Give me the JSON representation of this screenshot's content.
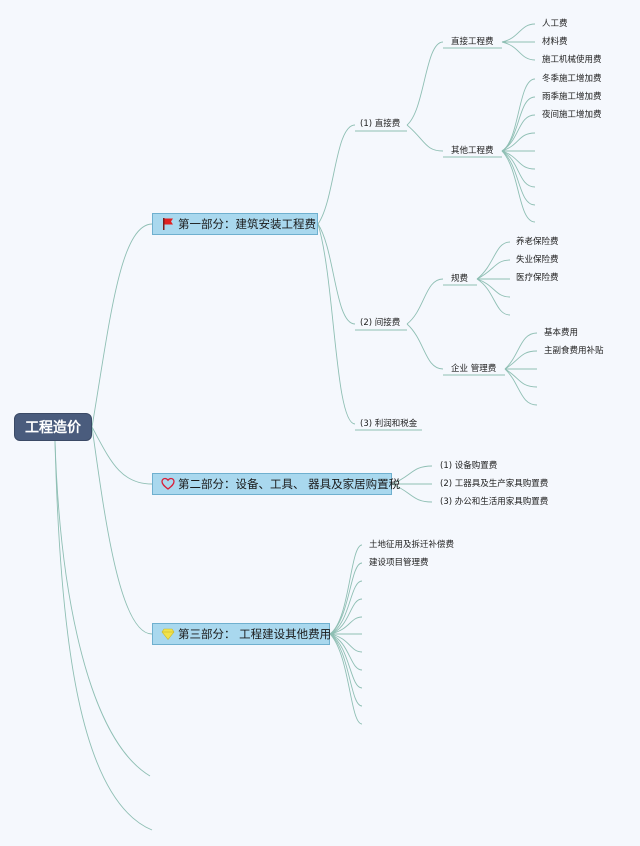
{
  "root": {
    "label": "工程造价"
  },
  "parts": {
    "part1": {
      "label": "第一部分：建筑安装工程费",
      "icon": "red-flag-icon",
      "direct": {
        "label": "(1)  直接费",
        "direct_eng": {
          "label": "直接工程费",
          "items": [
            "人工费",
            "材料费",
            "施工机械使用费"
          ]
        },
        "other_eng": {
          "label": "其他工程费",
          "items": [
            "冬季施工增加费",
            "雨季施工增加费",
            "夜间施工增加费"
          ]
        }
      },
      "indirect": {
        "label": "(2)  间接费",
        "fees": {
          "label": "规费",
          "items": [
            "养老保险费",
            "失业保险费",
            "医疗保险费"
          ]
        },
        "mgmt": {
          "label": "企业 管理费",
          "items": [
            "基本费用",
            "主副食费用补贴"
          ]
        }
      },
      "profit": {
        "label": "(3)  利润和税金"
      }
    },
    "part2": {
      "label": "第二部分：设备、工具、 器具及家居购置税",
      "icon": "heart-icon",
      "items": [
        "(1)  设备购置费",
        "(2)  工器具及生产家具购置费",
        "(3)  办公和生活用家具购置费"
      ]
    },
    "part3": {
      "label": "第三部分： 工程建设其他费用",
      "icon": "diamond-icon",
      "items": [
        "土地征用及拆迁补偿费",
        "建设项目管理费"
      ]
    }
  },
  "colors": {
    "line": "#8fbfb4",
    "main_fill": "#a9d8ee",
    "root_fill": "#4a5c7d"
  }
}
